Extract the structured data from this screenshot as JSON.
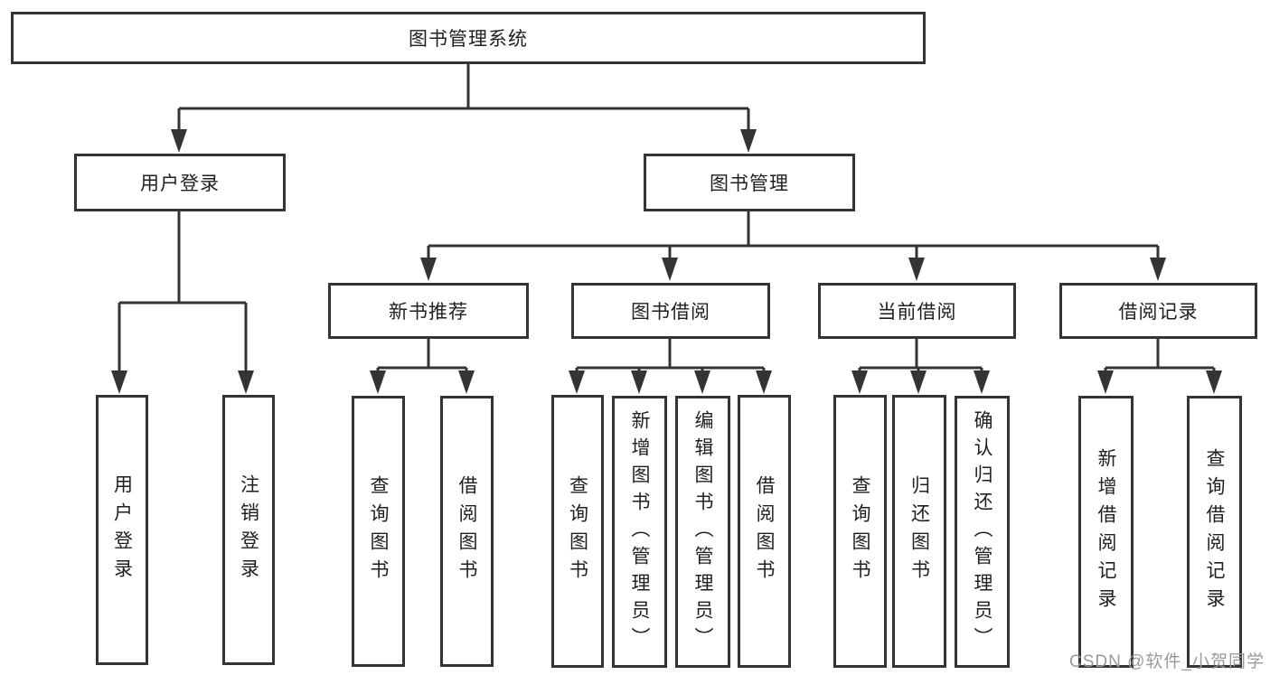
{
  "diagram": {
    "root": "图书管理系统",
    "level2": {
      "user_login": "用户登录",
      "book_management": "图书管理"
    },
    "level3": {
      "new_book_recommend": "新书推荐",
      "book_borrow": "图书借阅",
      "current_borrow": "当前借阅",
      "borrow_records": "借阅记录"
    },
    "leaves": {
      "user_login": [
        "用户登录",
        "注销登录"
      ],
      "new_book_recommend": [
        "查询图书",
        "借阅图书"
      ],
      "book_borrow": [
        "查询图书",
        "新增图书（管理员）",
        "编辑图书（管理员）",
        "借阅图书"
      ],
      "current_borrow": [
        "查询图书",
        "归还图书",
        "确认归还（管理员）"
      ],
      "borrow_records": [
        "新增借阅记录",
        "查询借阅记录"
      ]
    }
  },
  "watermark": "CSDN @软件_小贺同学",
  "colors": {
    "line": "#343434",
    "text": "#1f1f1f",
    "watermark": "#9a9a9a",
    "background": "#ffffff"
  }
}
